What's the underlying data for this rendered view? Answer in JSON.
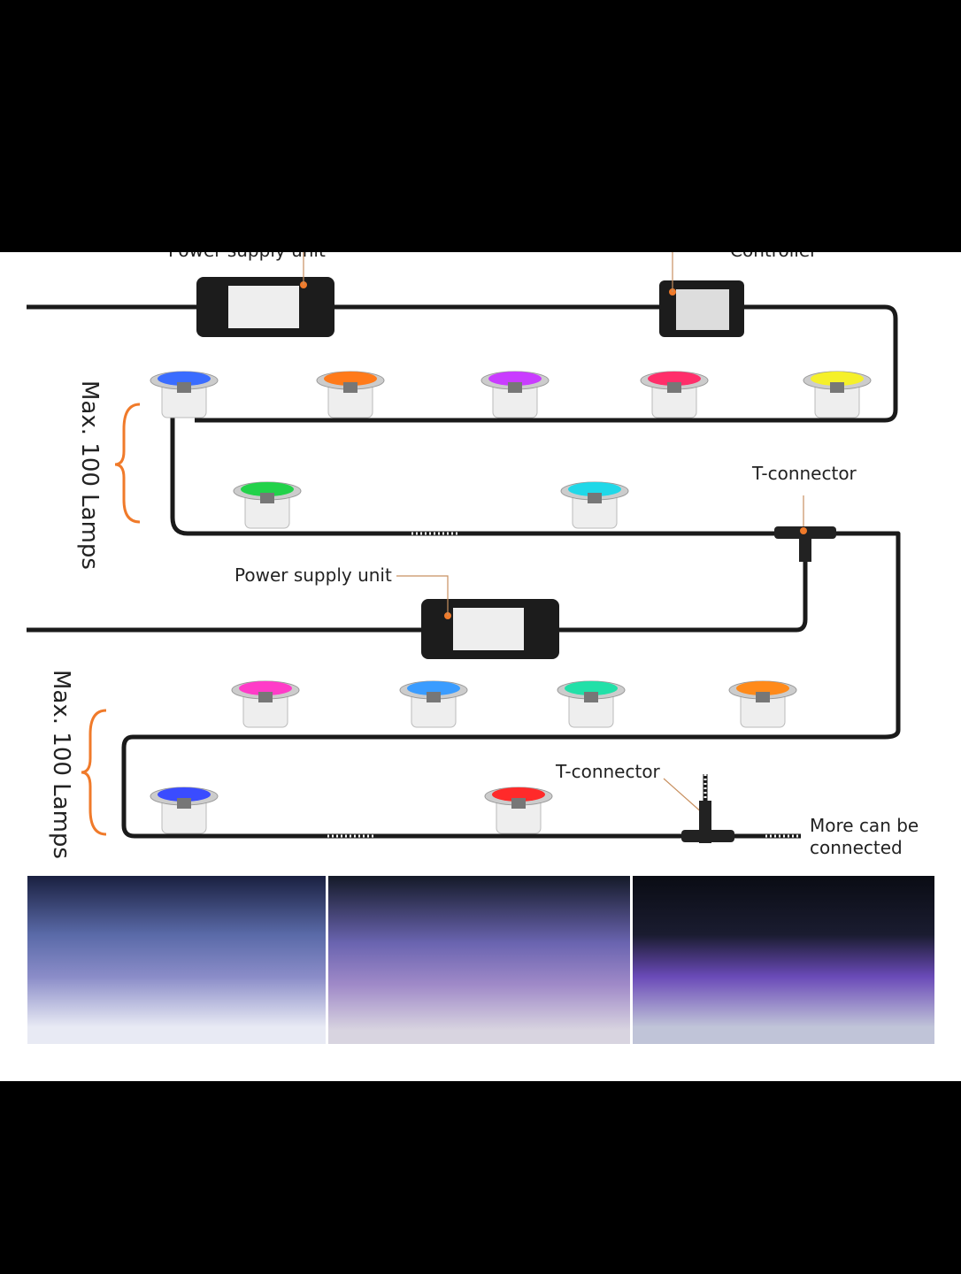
{
  "labels": {
    "top_left_cut": "Power supply unit",
    "top_right_cut": "Controller",
    "t_connector_1": "T-connector",
    "power_supply_unit": "Power supply unit",
    "t_connector_2": "T-connector",
    "more_line1": "More can be",
    "more_line2": "connected",
    "max_lamps_1": "Max. 100 Lamps",
    "max_lamps_2": "Max. 100 Lamps"
  },
  "lamp_rows": [
    [
      "#3a6cff",
      "#ff7a1a",
      "#c93cff",
      "#ff2e6a",
      "#f5f02a"
    ],
    [
      "#22d24a",
      "#20d8e8"
    ],
    [
      "#ff3cc8",
      "#3a9cff",
      "#22e0a8",
      "#ff8a1a"
    ],
    [
      "#3a4cff",
      "#ff2a2a"
    ]
  ],
  "colors": {
    "accent": "#f07a2a",
    "wire": "#1a1a1a"
  }
}
